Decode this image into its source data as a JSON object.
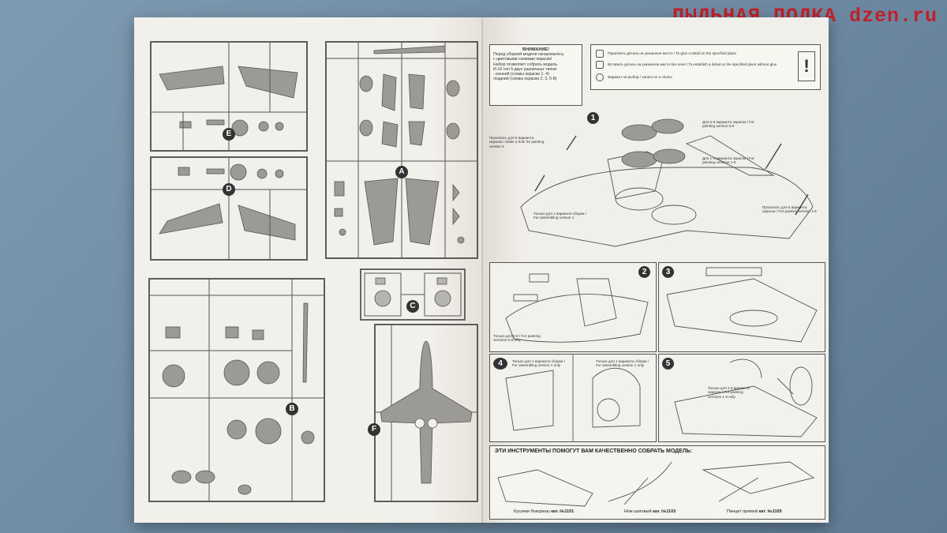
{
  "watermark": "ПЫЛЬНАЯ ПОЛКА dzen.ru",
  "sprues": [
    {
      "letter": "E"
    },
    {
      "letter": "D"
    },
    {
      "letter": "A"
    },
    {
      "letter": "C"
    },
    {
      "letter": "B"
    },
    {
      "letter": "F"
    }
  ],
  "notice": {
    "title": "ВНИМАНИЕ!",
    "lines": [
      "Перед сборкой модели ознакомьтесь",
      "с цветовыми схемами окраски!",
      "Набор позволяет собрать модель",
      "И-16 тип 5 двух различных типов:",
      "- ранний (схемы окраски 1, 4)",
      "поздний (схемы окраски 2, 3, 5-8)"
    ]
  },
  "legend": [
    {
      "ru": "Приклеить деталь на указанное место",
      "en": "To glue a detail on the specified place"
    },
    {
      "ru": "Вставить деталь на указанное место без клея",
      "en": "To establish a detail on the specified place without glue"
    },
    {
      "ru": "Вариант на выбор",
      "en": "variant on a choice"
    }
  ],
  "steps": [
    "1",
    "2",
    "3",
    "4",
    "5"
  ],
  "step_notes": {
    "s1a": "Для 5-8 варианта окраски / For painting version 5-8",
    "s1b": "Для 1-4 варианта окраски / For painting versions 1-5",
    "s1c": "Прокопать для 5 варианта окраски / Make a hole for painting version 5",
    "s1d": "Только для 1 варианта сборки / For assembling version 1",
    "s1e": "Прокопать для 6 варианта окраски / For painting version 1-8",
    "s2": "Только для 5-8 / For painting versions 5-8 only",
    "s4": "Только для 1 варианта сборки / For assembling version 1 only",
    "s4b": "Только для 1 варианта сборки / For assembling version 1 only",
    "s5": "Только для 1-5 варианта окраски / For painting versions 1-5 only"
  },
  "tools": {
    "title": "ЭТИ ИНСТРУМЕНТЫ ПОМОГУТ ВАМ КАЧЕСТВЕННО СОБРАТЬ МОДЕЛЬ:",
    "items": [
      {
        "name": "Кусачки бокорезы",
        "cat": "кат. №1101"
      },
      {
        "name": "Нож шаговый",
        "cat": "кат. №1103"
      },
      {
        "name": "Пинцет прямой",
        "cat": "кат. №1105"
      }
    ]
  }
}
